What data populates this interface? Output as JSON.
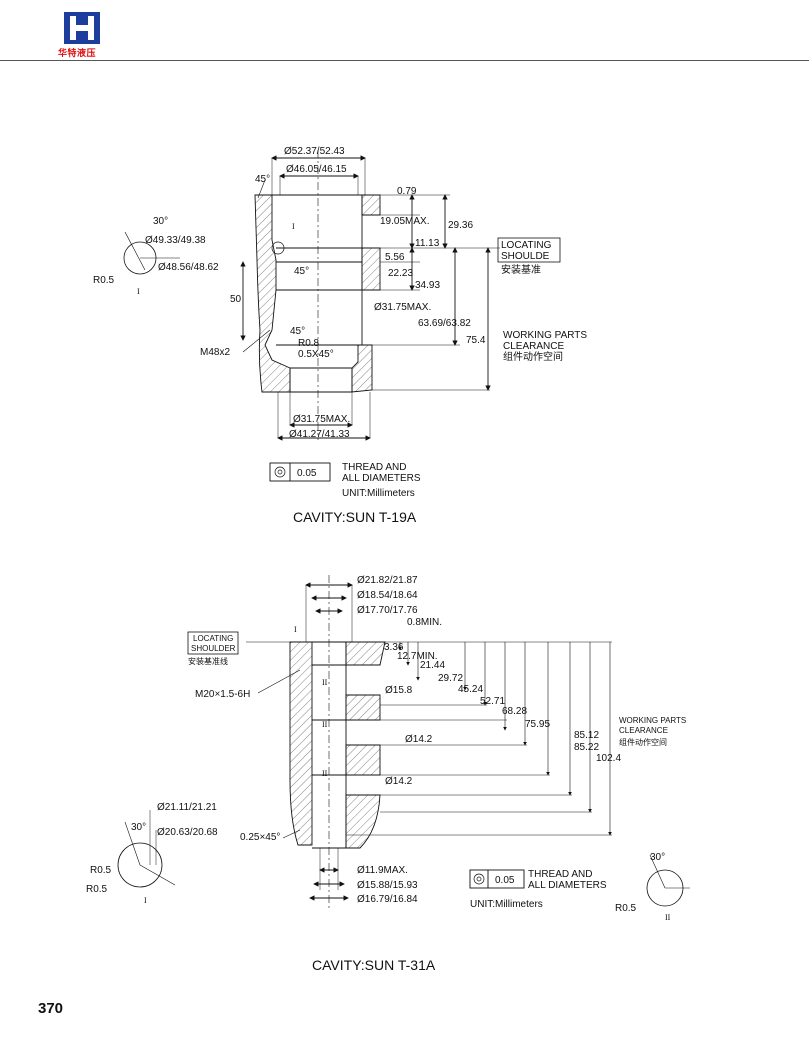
{
  "header": {
    "logo_text": "华特液压",
    "page_number": "370"
  },
  "t19a": {
    "title": "CAVITY:SUN T-19A",
    "dims": {
      "d1": "Ø52.37/52.43",
      "d2": "Ø46.05/46.15",
      "ang_top": "45°",
      "d079": "0.79",
      "d1905": "19.05MAX.",
      "d2936": "29.36",
      "d1113": "11.13",
      "d556": "5.56",
      "d2223": "22.23",
      "d3493": "34.93",
      "d3175a": "Ø31.75MAX.",
      "d6369": "63.69/63.82",
      "d754": "75.4",
      "d50": "50",
      "ang45a": "45°",
      "ang45b": "45°",
      "r08": "R0.8",
      "chamfer": "0.5X45°",
      "thread": "M48x2",
      "d3175b": "Ø31.75MAX.",
      "d4127": "Ø41.27/41.33",
      "det_ang": "30°",
      "det_d1": "Ø49.33/49.38",
      "det_d2": "Ø48.56/48.62",
      "det_r": "R0.5",
      "det_label": "I",
      "det_marker": "I"
    },
    "locating": [
      "LOCATING",
      "SHOULDE",
      "安装基准"
    ],
    "working": [
      "WORKING PARTS",
      "CLEARANCE",
      "组件动作空间"
    ],
    "tol_value": "0.05",
    "tol_note": [
      "THREAD AND",
      "ALL DIAMETERS"
    ],
    "unit": "UNIT:Millimeters"
  },
  "t31a": {
    "title": "CAVITY:SUN T-31A",
    "dims": {
      "d1": "Ø21.82/21.87",
      "d2": "Ø18.54/18.64",
      "d3": "Ø17.70/17.76",
      "d08": "0.8MIN.",
      "d336": "3.36",
      "d127": "12.7MIN.",
      "d2144": "21.44",
      "d2972": "29.72",
      "d4524": "45.24",
      "d5271": "52.71",
      "d6828": "68.28",
      "d7595": "75.95",
      "d8512": "85.12",
      "d8522": "85.22",
      "d1024": "102.4",
      "d158": "Ø15.8",
      "d142a": "Ø14.2",
      "d142b": "Ø14.2",
      "thread": "M20×1.5-6H",
      "chamfer": "0.25×45°",
      "d119": "Ø11.9MAX.",
      "d1588": "Ø15.88/15.93",
      "d1679": "Ø16.79/16.84",
      "det1_d1": "Ø21.11/21.21",
      "det1_ang": "30°",
      "det1_d2": "Ø20.63/20.68",
      "det1_r1": "R0.5",
      "det1_r2": "R0.5",
      "det1_label": "I",
      "det2_ang": "30°",
      "det2_r": "R0.5",
      "det2_label": "II",
      "m1": "I",
      "m2": "II",
      "m3": "II",
      "m4": "II"
    },
    "locating": [
      "LOCATING",
      "SHOULDER",
      "安装基准线"
    ],
    "working": [
      "WORKING PARTS",
      "CLEARANCE",
      "组件动作空间"
    ],
    "tol_value": "0.05",
    "tol_note": [
      "THREAD AND",
      "ALL DIAMETERS"
    ],
    "unit": "UNIT:Millimeters"
  }
}
